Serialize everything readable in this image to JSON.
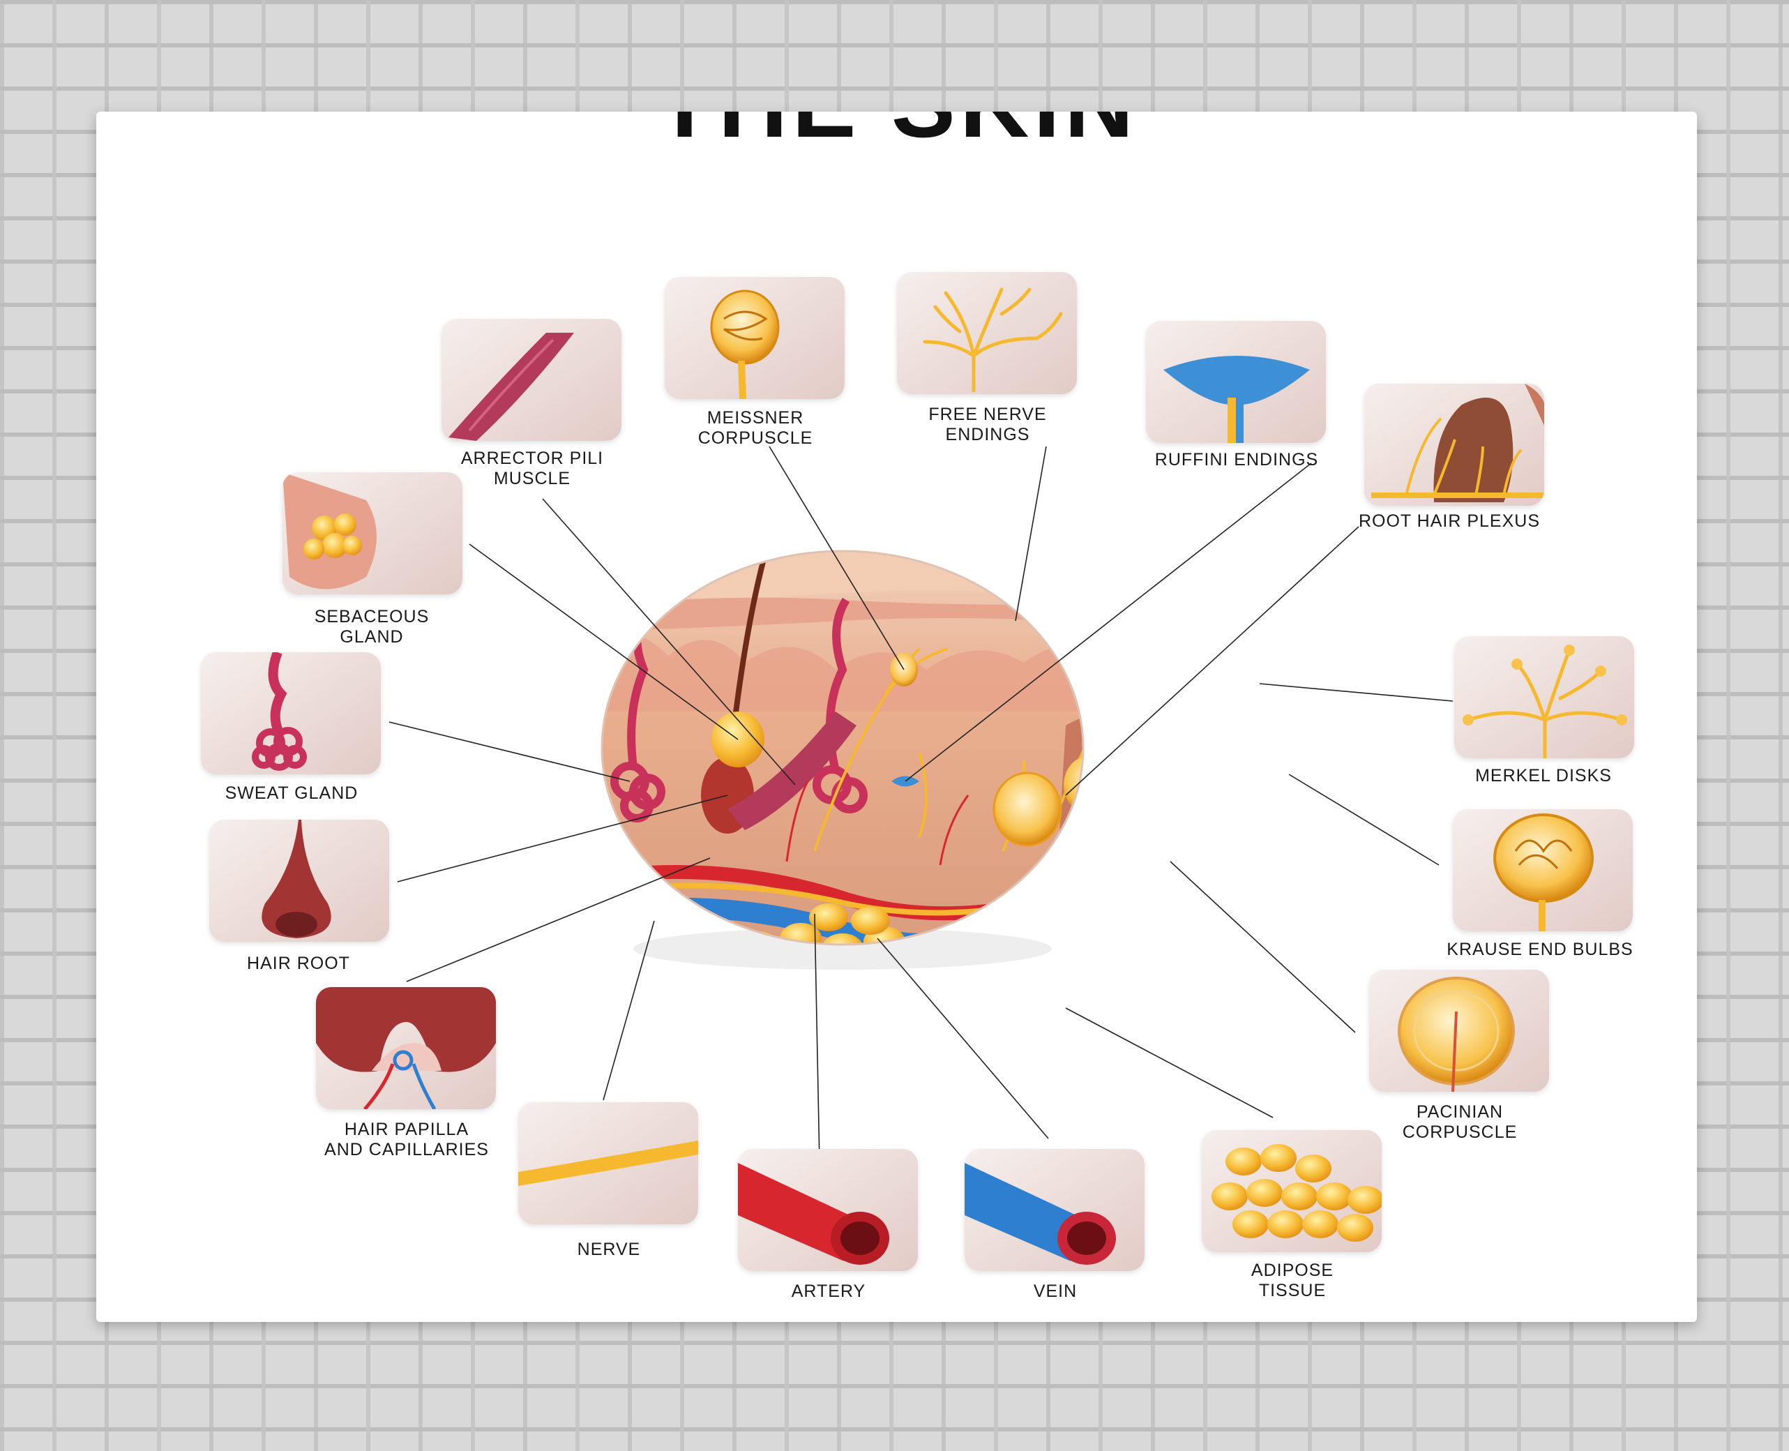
{
  "poster": {
    "title": "THE SKIN"
  },
  "labels": {
    "meissner": "MEISSNER\nCORPUSCLE",
    "free_nerve": "FREE NERVE\nENDINGS",
    "ruffini": "RUFFINI ENDINGS",
    "arrector": "ARRECTOR PILI\nMUSCLE",
    "sebaceous": "SEBACEOUS\nGLAND",
    "root_hair_plexus": "ROOT HAIR PLEXUS",
    "merkel": "MERKEL DISKS",
    "sweat": "SWEAT GLAND",
    "hair_root": "HAIR ROOT",
    "krause": "KRAUSE END BULBS",
    "hair_papilla": "HAIR PAPILLA\nAND CAPILLARIES",
    "pacinian": "PACINIAN\nCORPUSCLE",
    "nerve": "NERVE",
    "artery": "ARTERY",
    "vein": "VEIN",
    "adipose": "ADIPOSE\nTISSUE"
  },
  "colors": {
    "nerve": "#f5b82e",
    "artery": "#d8262f",
    "vein": "#2f7fd0",
    "fat": "#f7b733",
    "skin": "#e8b69a",
    "muscle": "#b33a5a"
  }
}
